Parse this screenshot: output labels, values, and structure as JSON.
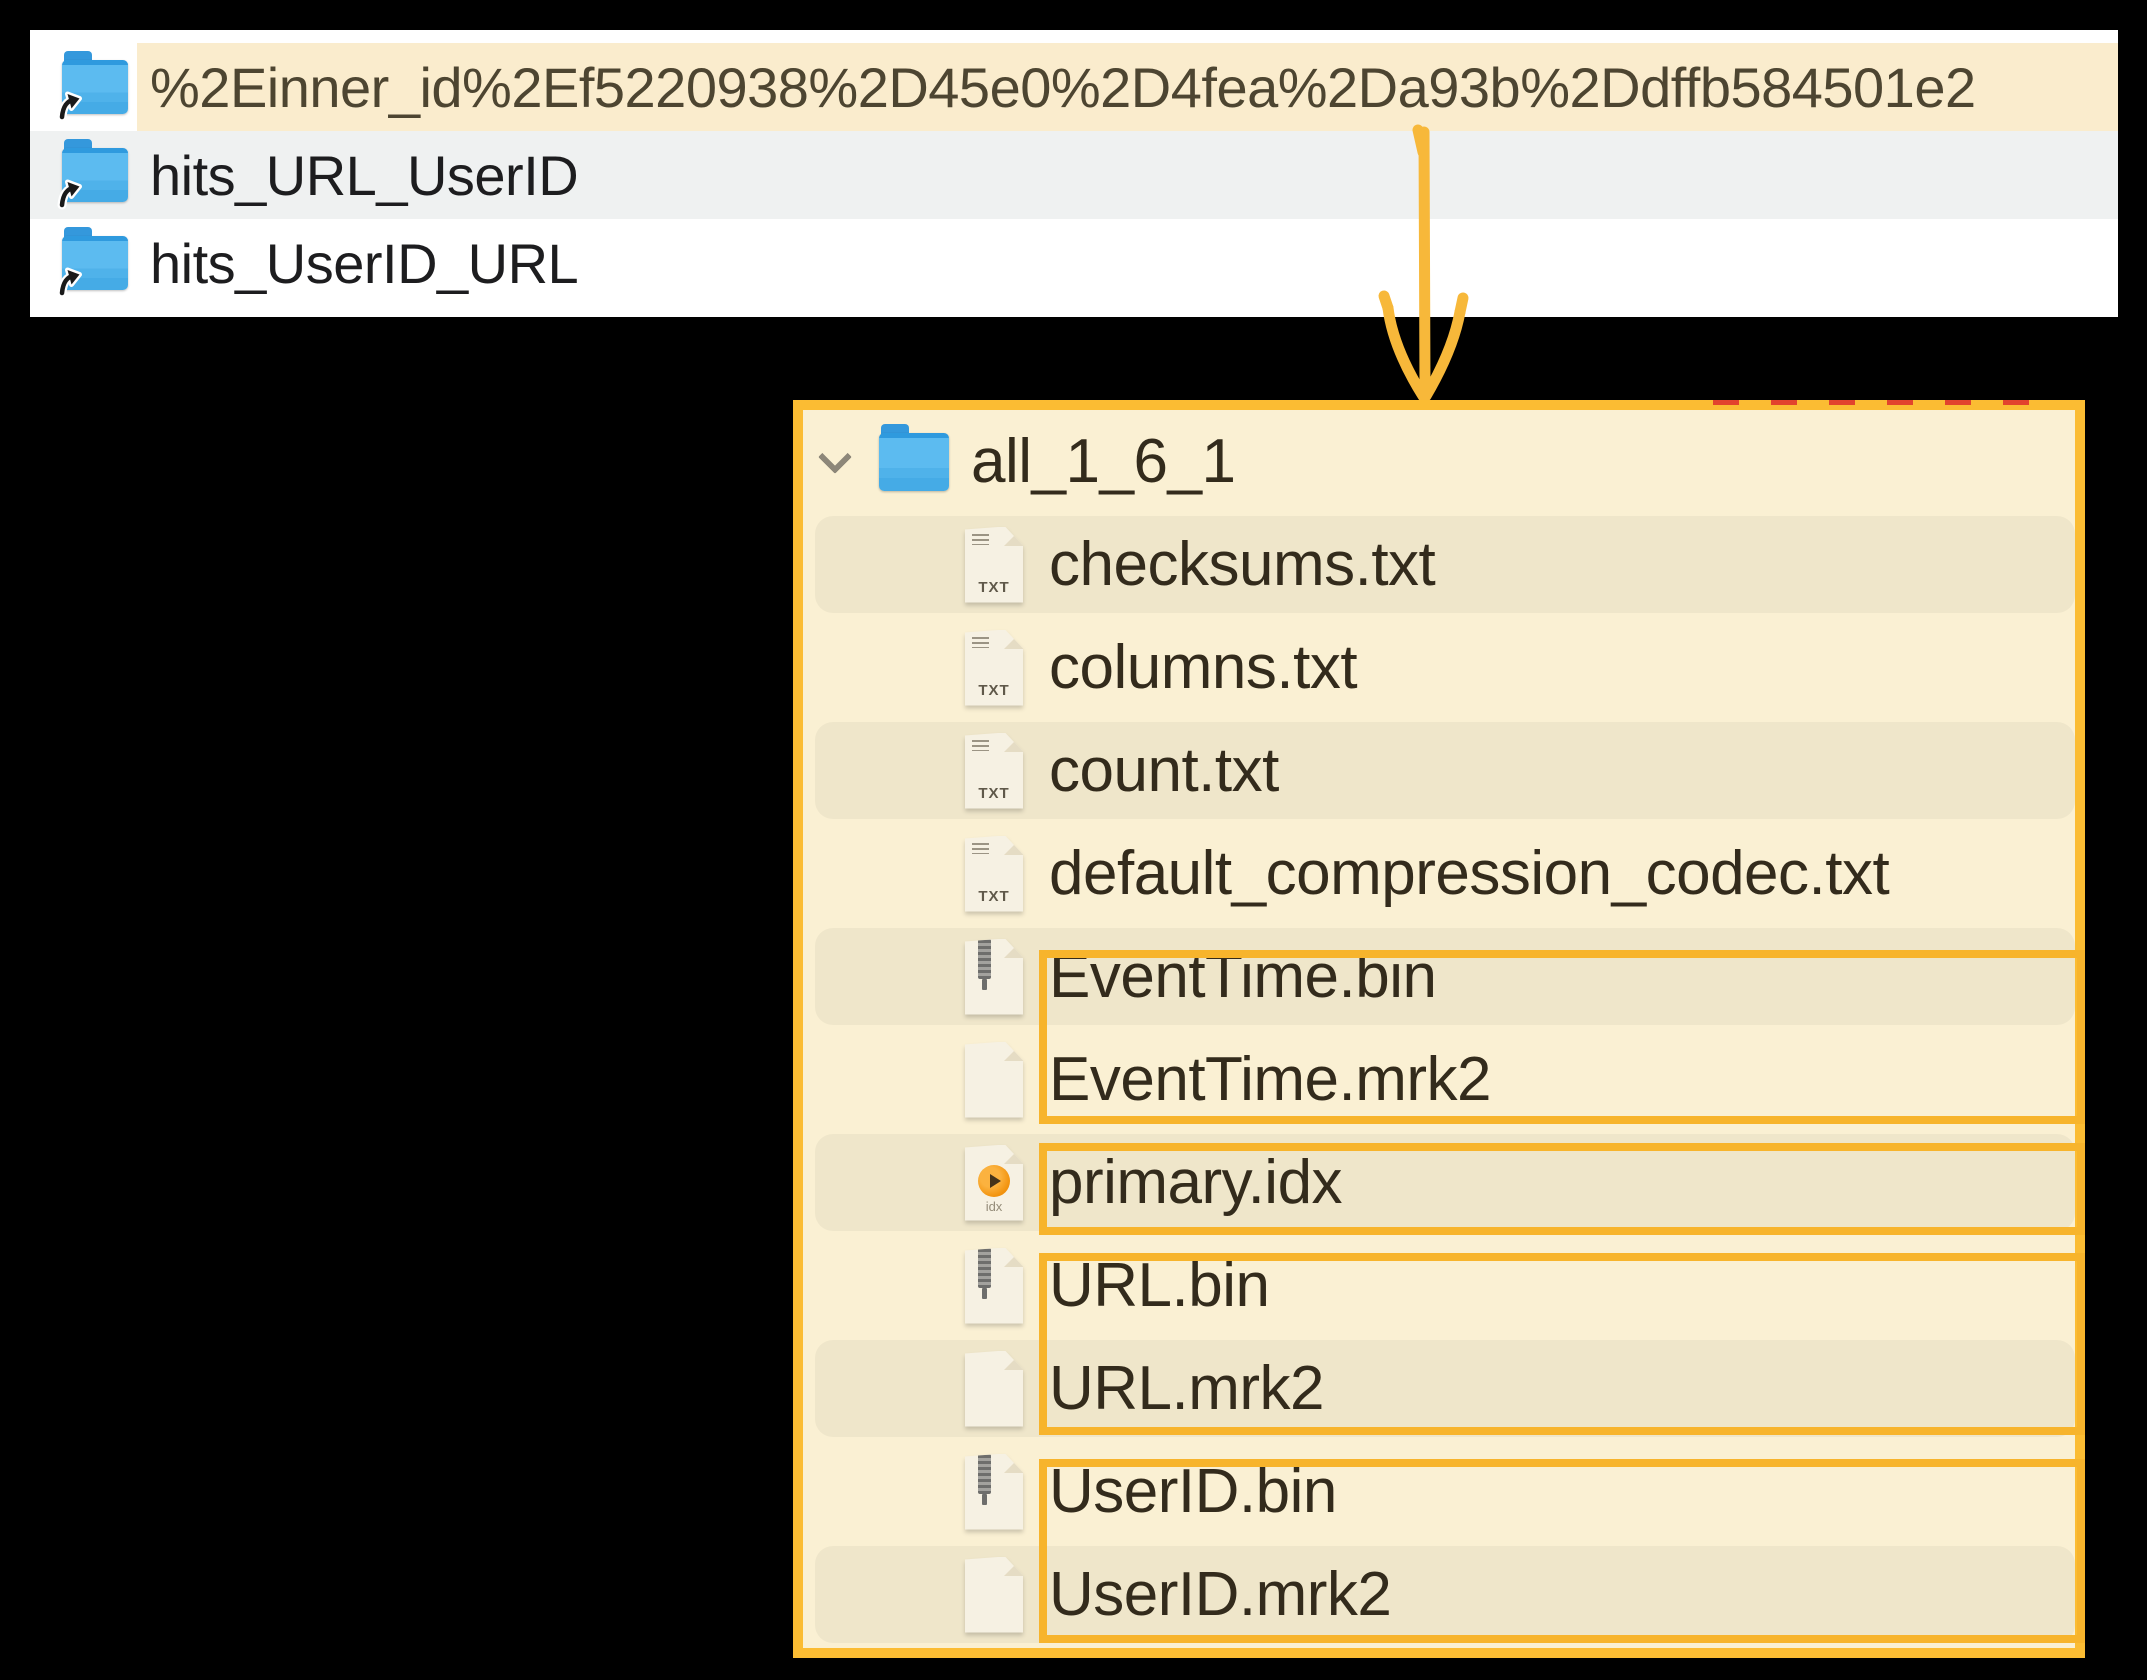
{
  "top_panel": {
    "rows": [
      {
        "name": "%2Einner_id%2Ef5220938%2D45e0%2D4fea%2Da93b%2Ddffb584501e2",
        "selected": true
      },
      {
        "name": "hits_URL_UserID",
        "selected": false
      },
      {
        "name": "hits_UserID_URL",
        "selected": false
      }
    ]
  },
  "tree_panel": {
    "root": {
      "name": "all_1_6_1",
      "expanded": true
    },
    "files": [
      {
        "name": "checksums.txt",
        "icon": "txt-file-icon"
      },
      {
        "name": "columns.txt",
        "icon": "txt-file-icon"
      },
      {
        "name": "count.txt",
        "icon": "txt-file-icon"
      },
      {
        "name": "default_compression_codec.txt",
        "icon": "txt-file-icon"
      },
      {
        "name": "EventTime.bin",
        "icon": "bin-file-icon"
      },
      {
        "name": "EventTime.mrk2",
        "icon": "blank-file-icon"
      },
      {
        "name": "primary.idx",
        "icon": "idx-file-icon"
      },
      {
        "name": "URL.bin",
        "icon": "bin-file-icon"
      },
      {
        "name": "URL.mrk2",
        "icon": "blank-file-icon"
      },
      {
        "name": "UserID.bin",
        "icon": "bin-file-icon"
      },
      {
        "name": "UserID.mrk2",
        "icon": "blank-file-icon"
      }
    ],
    "highlight_groups": [
      [
        "EventTime.bin",
        "EventTime.mrk2"
      ],
      [
        "primary.idx"
      ],
      [
        "URL.bin",
        "URL.mrk2"
      ],
      [
        "UserID.bin",
        "UserID.mrk2"
      ]
    ]
  },
  "icons": {
    "txt_badge": "TXT",
    "idx_badge": "idx"
  },
  "colors": {
    "accent_orange": "#FBBC33",
    "box_orange": "#F7B42C",
    "selection_cream": "#FAECCD",
    "panel_cream": "#FAF0D3",
    "stripe_cream": "#EFE6CA",
    "row_alt_gray": "#EFF1F1",
    "folder_blue": "#54B5EC",
    "idx_disc_orange": "#F2930E",
    "artifact_red": "#E2432D"
  }
}
